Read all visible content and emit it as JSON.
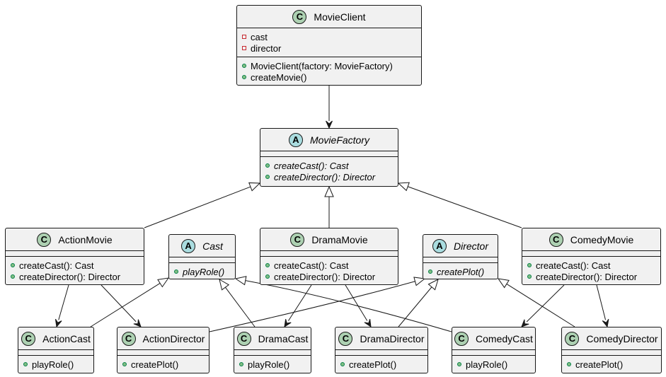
{
  "classes": [
    {
      "id": "MovieClient",
      "kind": "class",
      "name": "MovieClient",
      "fields": [
        {
          "vis": "private",
          "text": "cast"
        },
        {
          "vis": "private",
          "text": "director"
        }
      ],
      "methods": [
        {
          "vis": "public",
          "text": "MovieClient(factory: MovieFactory)"
        },
        {
          "vis": "public",
          "text": "createMovie()"
        }
      ]
    },
    {
      "id": "MovieFactory",
      "kind": "abstract",
      "name": "MovieFactory",
      "fields": [],
      "methods": [
        {
          "vis": "public",
          "text": "createCast(): Cast",
          "abstract": true
        },
        {
          "vis": "public",
          "text": "createDirector(): Director",
          "abstract": true
        }
      ]
    },
    {
      "id": "ActionMovie",
      "kind": "class",
      "name": "ActionMovie",
      "fields": [],
      "methods": [
        {
          "vis": "public",
          "text": "createCast(): Cast"
        },
        {
          "vis": "public",
          "text": "createDirector(): Director"
        }
      ]
    },
    {
      "id": "Cast",
      "kind": "abstract",
      "name": "Cast",
      "fields": [],
      "methods": [
        {
          "vis": "public",
          "text": "playRole()",
          "abstract": true
        }
      ]
    },
    {
      "id": "DramaMovie",
      "kind": "class",
      "name": "DramaMovie",
      "fields": [],
      "methods": [
        {
          "vis": "public",
          "text": "createCast(): Cast"
        },
        {
          "vis": "public",
          "text": "createDirector(): Director"
        }
      ]
    },
    {
      "id": "Director",
      "kind": "abstract",
      "name": "Director",
      "fields": [],
      "methods": [
        {
          "vis": "public",
          "text": "createPlot()",
          "abstract": true
        }
      ]
    },
    {
      "id": "ComedyMovie",
      "kind": "class",
      "name": "ComedyMovie",
      "fields": [],
      "methods": [
        {
          "vis": "public",
          "text": "createCast(): Cast"
        },
        {
          "vis": "public",
          "text": "createDirector(): Director"
        }
      ]
    },
    {
      "id": "ActionCast",
      "kind": "class",
      "name": "ActionCast",
      "fields": [],
      "methods": [
        {
          "vis": "public",
          "text": "playRole()"
        }
      ]
    },
    {
      "id": "ActionDirector",
      "kind": "class",
      "name": "ActionDirector",
      "fields": [],
      "methods": [
        {
          "vis": "public",
          "text": "createPlot()"
        }
      ]
    },
    {
      "id": "DramaCast",
      "kind": "class",
      "name": "DramaCast",
      "fields": [],
      "methods": [
        {
          "vis": "public",
          "text": "playRole()"
        }
      ]
    },
    {
      "id": "DramaDirector",
      "kind": "class",
      "name": "DramaDirector",
      "fields": [],
      "methods": [
        {
          "vis": "public",
          "text": "createPlot()"
        }
      ]
    },
    {
      "id": "ComedyCast",
      "kind": "class",
      "name": "ComedyCast",
      "fields": [],
      "methods": [
        {
          "vis": "public",
          "text": "playRole()"
        }
      ]
    },
    {
      "id": "ComedyDirector",
      "kind": "class",
      "name": "ComedyDirector",
      "fields": [],
      "methods": [
        {
          "vis": "public",
          "text": "createPlot()"
        }
      ]
    }
  ],
  "relations": [
    {
      "from": "MovieClient",
      "to": "MovieFactory",
      "type": "association"
    },
    {
      "from": "ActionMovie",
      "to": "MovieFactory",
      "type": "inheritance"
    },
    {
      "from": "DramaMovie",
      "to": "MovieFactory",
      "type": "inheritance"
    },
    {
      "from": "ComedyMovie",
      "to": "MovieFactory",
      "type": "inheritance"
    },
    {
      "from": "ActionMovie",
      "to": "ActionCast",
      "type": "association"
    },
    {
      "from": "ActionMovie",
      "to": "ActionDirector",
      "type": "association"
    },
    {
      "from": "DramaMovie",
      "to": "DramaCast",
      "type": "association"
    },
    {
      "from": "DramaMovie",
      "to": "DramaDirector",
      "type": "association"
    },
    {
      "from": "ComedyMovie",
      "to": "ComedyCast",
      "type": "association"
    },
    {
      "from": "ComedyMovie",
      "to": "ComedyDirector",
      "type": "association"
    },
    {
      "from": "ActionCast",
      "to": "Cast",
      "type": "inheritance"
    },
    {
      "from": "DramaCast",
      "to": "Cast",
      "type": "inheritance"
    },
    {
      "from": "ComedyCast",
      "to": "Cast",
      "type": "inheritance"
    },
    {
      "from": "ActionDirector",
      "to": "Director",
      "type": "inheritance"
    },
    {
      "from": "DramaDirector",
      "to": "Director",
      "type": "inheritance"
    },
    {
      "from": "ComedyDirector",
      "to": "Director",
      "type": "inheritance"
    }
  ],
  "colors": {
    "class_badge": "#add1b2",
    "abstract_badge": "#a9dcdf",
    "box_fill": "#f1f1f1",
    "line": "#181818",
    "public_marker": "#84be84",
    "private_marker": "#c82930"
  }
}
